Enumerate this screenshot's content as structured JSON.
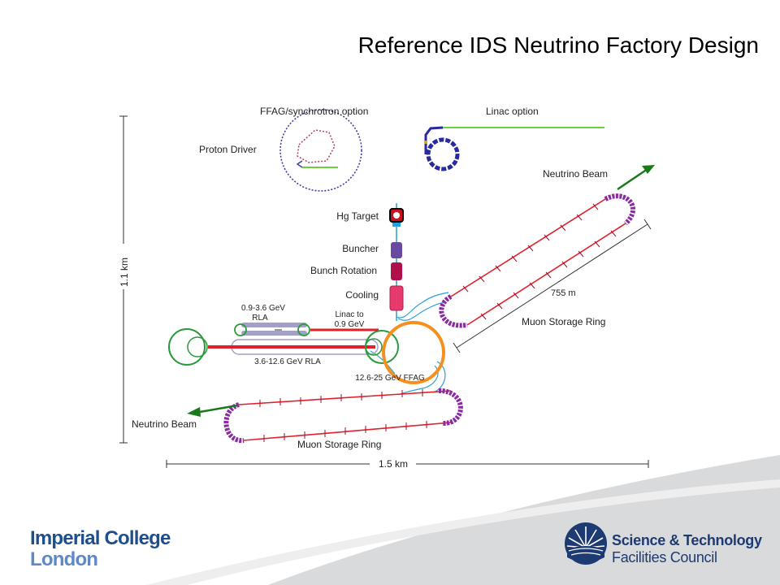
{
  "slide": {
    "title": "Reference IDS Neutrino Factory Design"
  },
  "diagram": {
    "labels": {
      "ffag_option": "FFAG/synchrotron option",
      "linac_option": "Linac option",
      "proton_driver": "Proton Driver",
      "neutrino_beam_top": "Neutrino Beam",
      "hg_target": "Hg Target",
      "buncher": "Buncher",
      "bunch_rotation": "Bunch Rotation",
      "cooling": "Cooling",
      "rla1_a": "0.9-3.6 GeV",
      "rla1_b": "RLA",
      "linac_a": "Linac to",
      "linac_b": "0.9 GeV",
      "rla2": "3.6-12.6 GeV RLA",
      "ffag": "12.6-25 GeV FFAG",
      "ring_length": "755 m",
      "ring_top": "Muon Storage Ring",
      "neutrino_beam_bottom": "Neutrino Beam",
      "ring_bottom": "Muon Storage Ring",
      "dim_height": "1.1 km",
      "dim_width": "1.5 km"
    },
    "colors": {
      "beamline_red": "#e0202a",
      "ffag_orange": "#f5901e",
      "transfer_blue": "#2aa0d8",
      "rla_green": "#2a9a3a",
      "arrow_green": "#1a7a1a",
      "arc_purple": "#8a2aa0",
      "target": "#cc1020",
      "buncher": "#6a4aa0",
      "bunch_rotation": "#b0104a",
      "cooling": "#e83a6a",
      "linac_green": "#6ad040",
      "arc_blue": "#2a2aa0"
    }
  },
  "footer": {
    "imperial_line1": "Imperial College",
    "imperial_line2": "London",
    "stfc_line1": "Science & Technology",
    "stfc_line2": "Facilities Council"
  }
}
